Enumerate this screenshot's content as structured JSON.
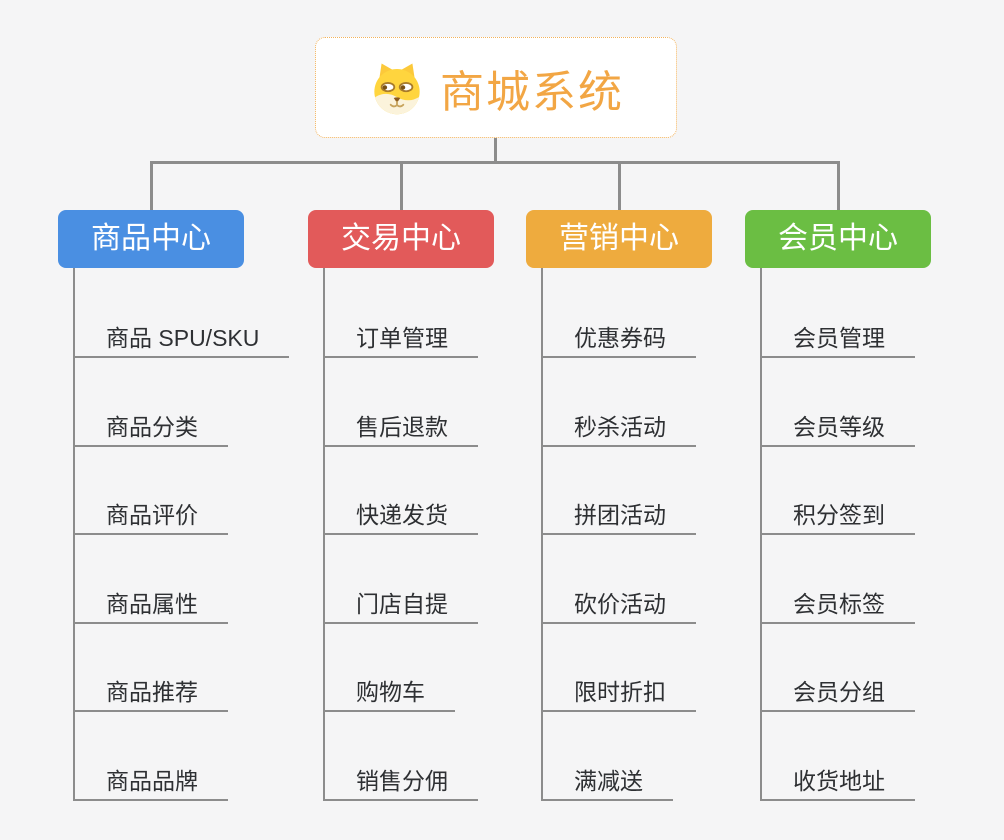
{
  "canvas": {
    "background_color": "#f5f5f6",
    "connector_color": "#8c8c8c"
  },
  "root": {
    "title": "商城系统",
    "title_color": "#f2a644",
    "border_color": "#f3b35c",
    "icon": "dog-face-icon"
  },
  "branches": [
    {
      "id": "product-center",
      "label": "商品中心",
      "color": "#4a8fe2",
      "items": [
        "商品 SPU/SKU",
        "商品分类",
        "商品评价",
        "商品属性",
        "商品推荐",
        "商品品牌"
      ]
    },
    {
      "id": "trade-center",
      "label": "交易中心",
      "color": "#e25a5a",
      "items": [
        "订单管理",
        "售后退款",
        "快递发货",
        "门店自提",
        "购物车",
        "销售分佣"
      ]
    },
    {
      "id": "marketing-center",
      "label": "营销中心",
      "color": "#eeab3e",
      "items": [
        "优惠券码",
        "秒杀活动",
        "拼团活动",
        "砍价活动",
        "限时折扣",
        "满减送"
      ]
    },
    {
      "id": "member-center",
      "label": "会员中心",
      "color": "#6bbe43",
      "items": [
        "会员管理",
        "会员等级",
        "积分签到",
        "会员标签",
        "会员分组",
        "收货地址"
      ]
    }
  ]
}
